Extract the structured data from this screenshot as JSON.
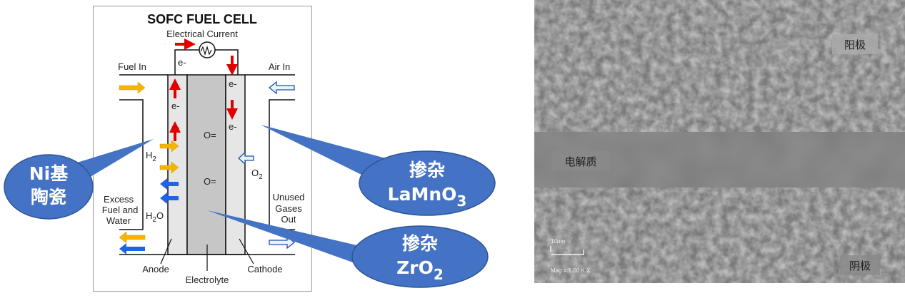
{
  "diagram": {
    "title": "SOFC FUEL CELL",
    "circuit_label": "Electrical Current",
    "fuel_in": "Fuel In",
    "air_in": "Air In",
    "excess": [
      "Excess",
      "Fuel and",
      "Water"
    ],
    "unused": [
      "Unused",
      "Gases",
      "Out"
    ],
    "anode": "Anode",
    "electrolyte": "Electrolyte",
    "cathode": "Cathode",
    "electron": "e-",
    "oxide_ion": "O=",
    "h2": "H",
    "h2_sub": "2",
    "o2": "O",
    "o2_sub": "2",
    "h2o_h": "H",
    "h2o_sub": "2",
    "h2o_o": "O"
  },
  "callouts": {
    "anode": {
      "line1": "Ni基",
      "line2": "陶瓷"
    },
    "cathode": {
      "line1": "掺杂",
      "line2": "LaMnO",
      "sub": "3"
    },
    "electrolyte": {
      "line1": "掺杂",
      "line2": "ZrO",
      "sub": "2"
    },
    "color": "#4472c4"
  },
  "micrograph": {
    "top_label": "阳极",
    "middle_label": "电解质",
    "bottom_label": "阴极",
    "scale": "10μm",
    "magnification": "Mag = 1.00 K X"
  },
  "colors": {
    "fuel": "#f5b400",
    "water": "#1e64e6",
    "air": "#1e50a0",
    "electron": "#e00000"
  }
}
